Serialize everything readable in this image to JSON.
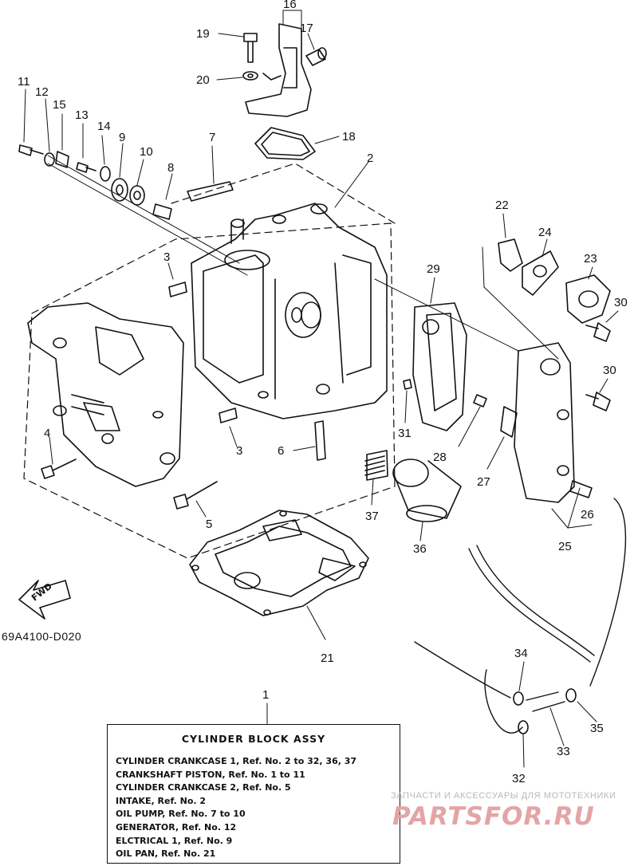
{
  "figure_code": "69A4100-D020",
  "fwd_label": "FWD",
  "callouts": [
    "1",
    "2",
    "3",
    "3",
    "4",
    "5",
    "6",
    "7",
    "8",
    "9",
    "10",
    "11",
    "12",
    "13",
    "14",
    "15",
    "16",
    "17",
    "18",
    "19",
    "20",
    "21",
    "22",
    "23",
    "24",
    "25",
    "26",
    "27",
    "28",
    "29",
    "30",
    "30",
    "31",
    "32",
    "33",
    "34",
    "35",
    "36",
    "37"
  ],
  "legend": {
    "title": "CYLINDER BLOCK ASSY",
    "lines": [
      "CYLINDER CRANKCASE 1, Ref. No. 2 to 32, 36, 37",
      "CRANKSHAFT PISTON,  Ref. No. 1 to 11",
      "CYLINDER CRANKCASE 2, Ref. No. 5",
      "INTAKE,  Ref. No. 2",
      "OIL PUMP,  Ref. No. 7 to 10",
      "GENERATOR,  Ref. No. 12",
      "ELCTRICAL 1, Ref. No. 9",
      "OIL PAN,  Ref. No. 21"
    ]
  },
  "watermark": {
    "tagline": "ЗАПЧАСТИ И АКСЕССУАРЫ ДЛЯ МОТОТЕХНИКИ",
    "brand": "PARTSFOR.RU"
  }
}
